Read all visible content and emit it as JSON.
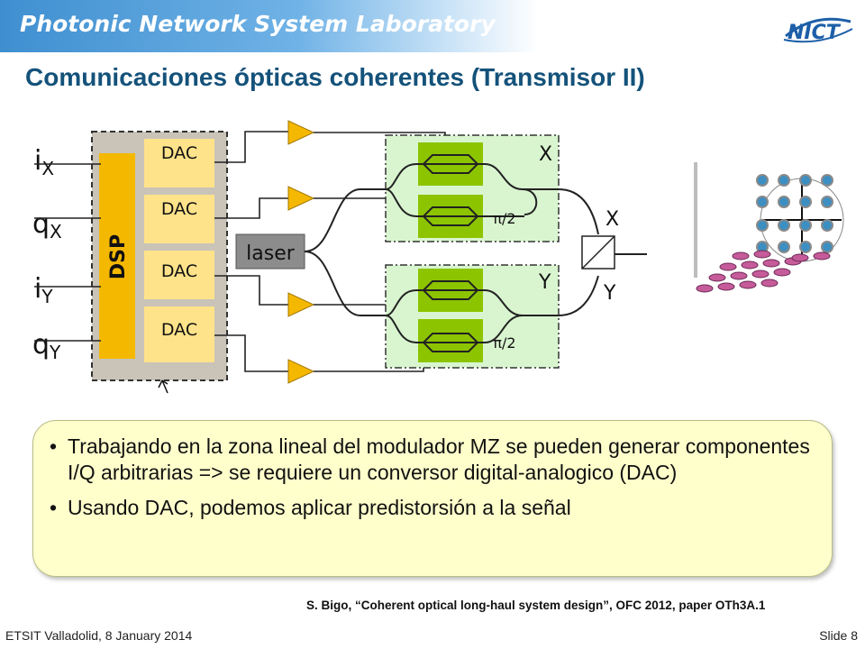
{
  "header": {
    "lab_title": "Photonic Network System Laboratory",
    "logo_text": "NICT"
  },
  "slide": {
    "title": "Comunicaciones ópticas coherentes (Transmisor II)"
  },
  "diagram": {
    "inputs": [
      {
        "main": "i",
        "sub": "X"
      },
      {
        "main": "q",
        "sub": "X"
      },
      {
        "main": "i",
        "sub": "Y"
      },
      {
        "main": "q",
        "sub": "Y"
      }
    ],
    "dsp_label": "DSP",
    "dac_labels": [
      "DAC",
      "DAC",
      "DAC",
      "DAC"
    ],
    "laser_label": "laser",
    "phase_labels": [
      "π/2",
      "π/2"
    ],
    "pol_labels": {
      "top": "X",
      "bottom": "Y",
      "pbc_in_x": "X",
      "pbc_in_y": "Y"
    }
  },
  "bullets": [
    "Trabajando en la zona lineal del modulador MZ se pueden generar componentes I/Q arbitrarias => se requiere un conversor digital-analogico (DAC)",
    "Usando DAC, podemos aplicar predistorsión a la señal"
  ],
  "reference": "S. Bigo, “Coherent optical long-haul system design”, OFC 2012, paper OTh3A.1",
  "footer": {
    "left": "ETSIT Valladolid, 8 January 2014",
    "right": "Slide 8"
  },
  "colors": {
    "title": "#14527a",
    "dsp": "#f5b800",
    "dac": "#ffe38a",
    "modulator_bg": "#d9f5d0",
    "modulator_block": "#8cc400",
    "amplifier": "#f5b800",
    "laser": "#8c8c8c",
    "constellation_dot": "#3d8fc2",
    "ellipse": "#c65b9a"
  }
}
